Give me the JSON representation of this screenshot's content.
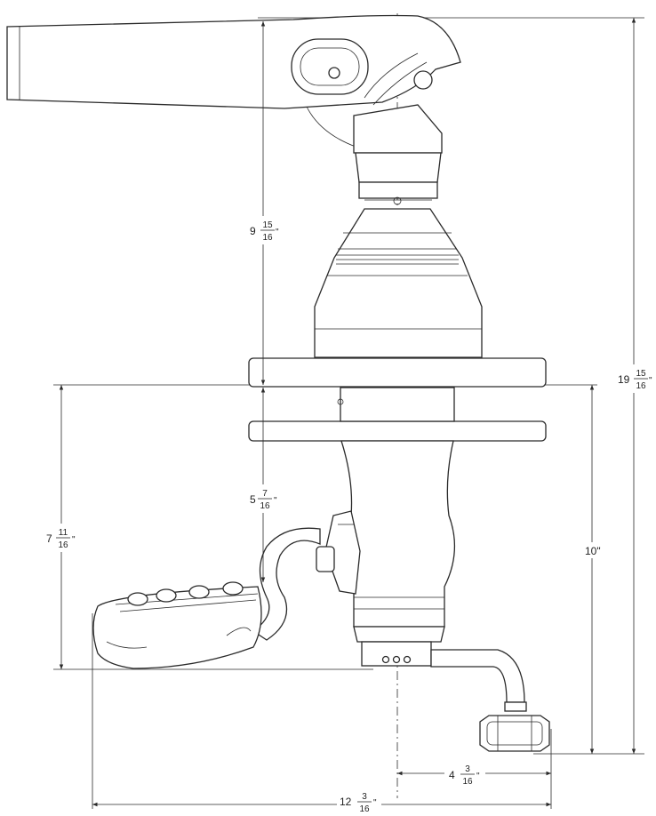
{
  "dimensions": {
    "d1": {
      "whole": "9",
      "num": "15",
      "den": "16",
      "unit": "\""
    },
    "d2": {
      "whole": "19",
      "num": "15",
      "den": "16",
      "unit": "\""
    },
    "d3": {
      "whole": "5",
      "num": "7",
      "den": "16",
      "unit": "\""
    },
    "d4": {
      "whole": "7",
      "num": "11",
      "den": "16",
      "unit": "\""
    },
    "d5": {
      "value": "10\""
    },
    "d6": {
      "whole": "4",
      "num": "3",
      "den": "16",
      "unit": "\""
    },
    "d7": {
      "whole": "12",
      "num": "3",
      "den": "16",
      "unit": "\""
    }
  },
  "colors": {
    "line": "#2a2a2a",
    "background": "#ffffff"
  }
}
